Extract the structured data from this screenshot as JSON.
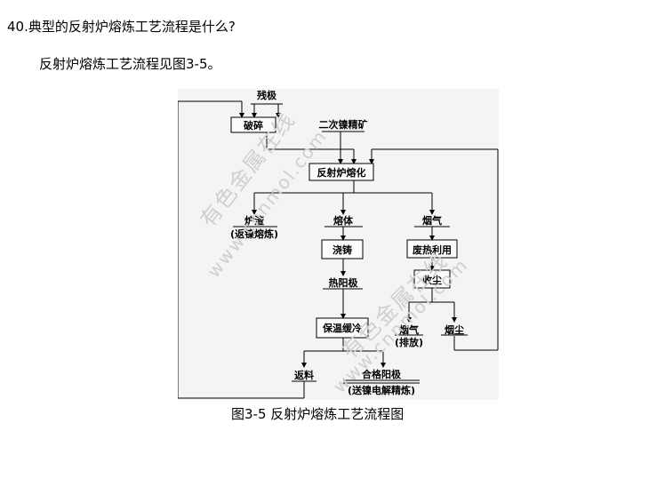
{
  "question": "40.典型的反射炉熔炼工艺流程是什么?",
  "answer": "反射炉熔炼工艺流程见图3-5。",
  "caption": "图3-5 反射炉熔炼工艺流程图",
  "diagram": {
    "boxes": {
      "crush": "破碎",
      "furnace": "反射炉熔化",
      "cast": "浇铸",
      "heat": "废热利用",
      "dust": "收尘",
      "cool": "保温缓冷"
    },
    "labels": {
      "residue": "残极",
      "concentrate": "二次镍精矿",
      "slag": "炉渣",
      "slag_note": "(返镍熔炼)",
      "melt": "熔体",
      "gas": "烟气",
      "hot_anode": "热阳极",
      "gas_out": "烟气",
      "gas_out_note": "(排放)",
      "flue_dust": "烟尘",
      "return": "返料",
      "good_anode": "合格阳极",
      "good_anode_note": "(送镍电解精炼)"
    }
  },
  "watermark": {
    "cn": "有色金属在线",
    "url": "www.cnnmol.com"
  }
}
